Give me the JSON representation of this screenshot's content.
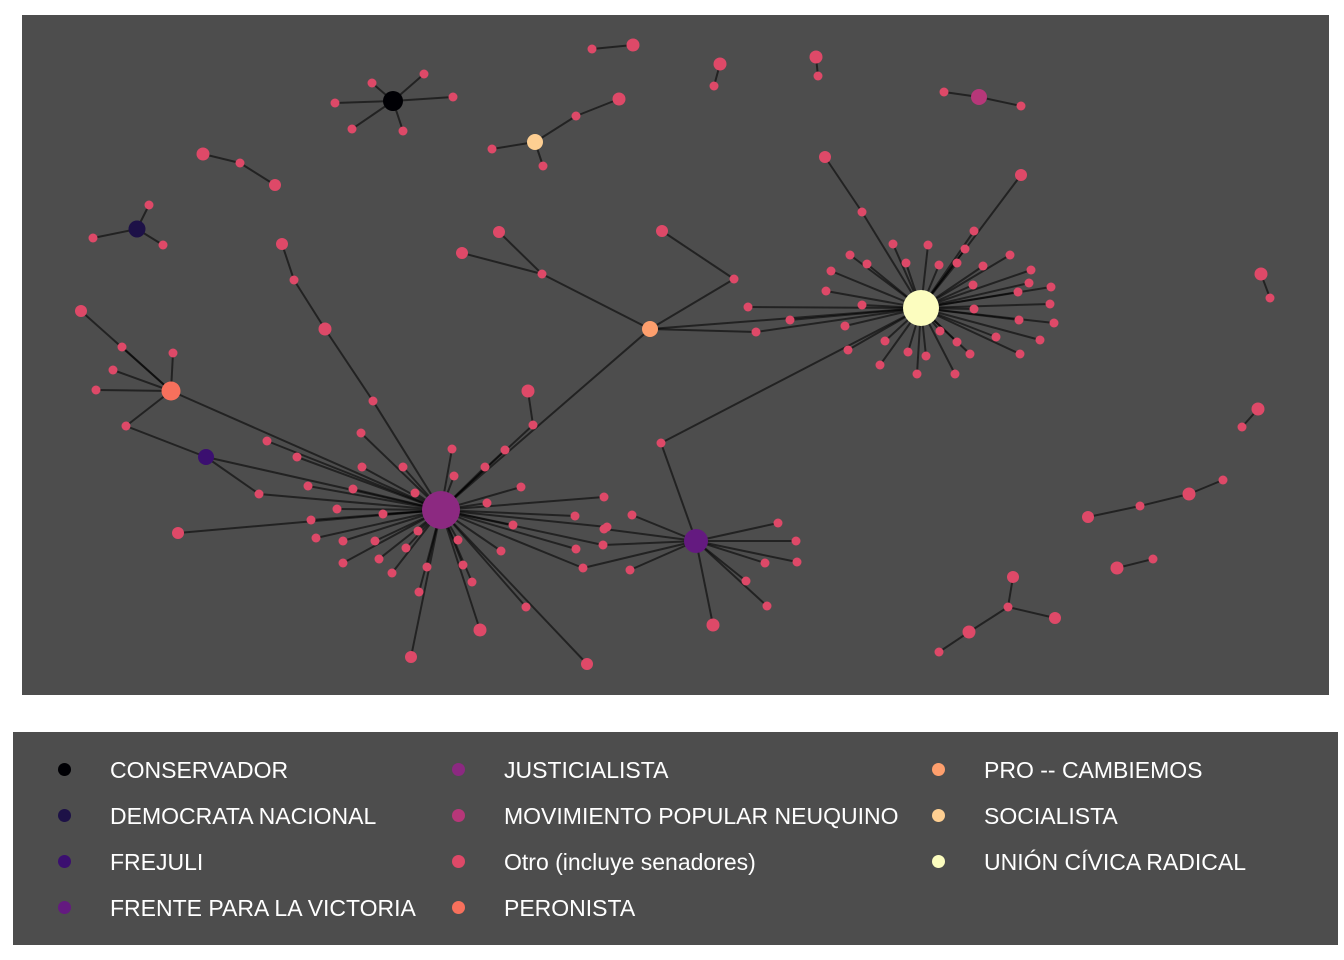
{
  "legend": {
    "items": [
      {
        "label": "CONSERVADOR",
        "color": "#000004"
      },
      {
        "label": "DEMOCRATA NACIONAL",
        "color": "#1d1147"
      },
      {
        "label": "FREJULI",
        "color": "#3b0f70"
      },
      {
        "label": "FRENTE PARA LA VICTORIA",
        "color": "#641a80"
      },
      {
        "label": "JUSTICIALISTA",
        "color": "#8c2981"
      },
      {
        "label": "MOVIMIENTO POPULAR NEUQUINO",
        "color": "#b73779"
      },
      {
        "label": "Otro (incluye senadores)",
        "color": "#de4968"
      },
      {
        "label": "PERONISTA",
        "color": "#f7705c"
      },
      {
        "label": "PRO -- CAMBIEMOS",
        "color": "#fe9f6d"
      },
      {
        "label": "SOCIALISTA",
        "color": "#fecf92"
      },
      {
        "label": "UNIÓN CÍVICA RADICAL",
        "color": "#fcfdbf"
      }
    ]
  },
  "colors": {
    "panel_background": "#4d4d4d",
    "edge": "#000000",
    "legend_text": "#ffffff"
  }
}
